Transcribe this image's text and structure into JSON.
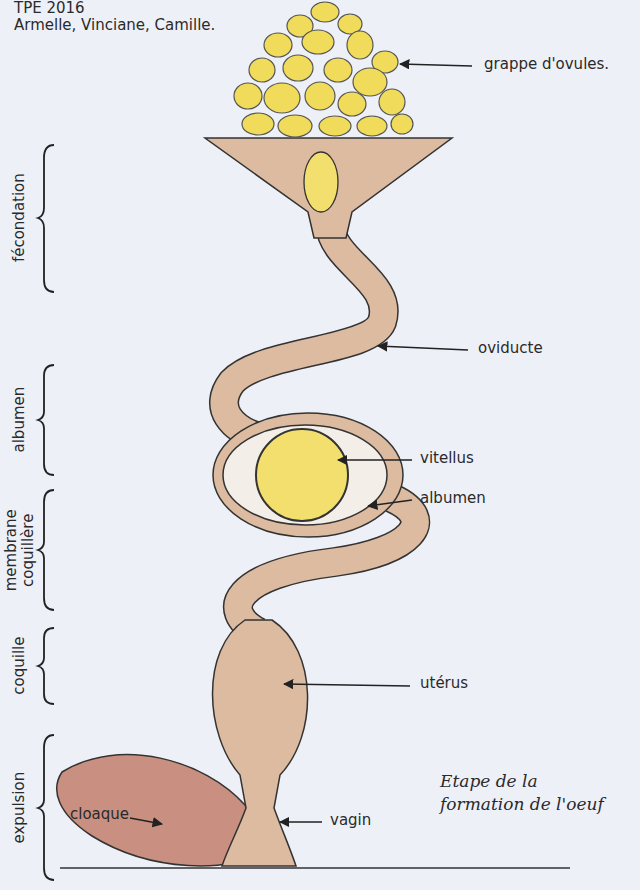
{
  "diagram": {
    "caption": "Etape de la formation de l'oeuf",
    "labels": [
      "TPE 2016",
      "Armelle, Vinciane, Camille.",
      "grappe d'ovules.",
      "oviducte",
      "vitellus",
      "albumen",
      "utérus",
      "vagin",
      "cloaque",
      "fécondation",
      "albumen",
      "membrane coquillère",
      "coquille",
      "expulsion"
    ]
  }
}
